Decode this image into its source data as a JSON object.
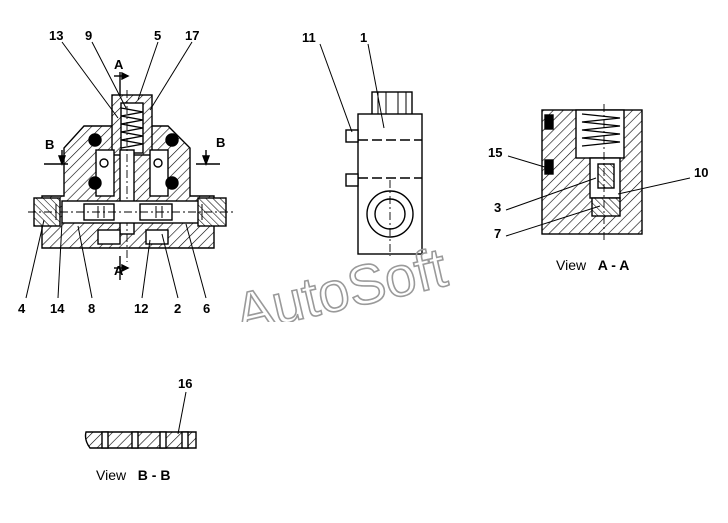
{
  "callouts": [
    "13",
    "9",
    "5",
    "17",
    "11",
    "1",
    "15",
    "10",
    "3",
    "7",
    "4",
    "14",
    "8",
    "12",
    "2",
    "6",
    "16"
  ],
  "section_marks": {
    "a": "A",
    "b": "B"
  },
  "views": {
    "aa": {
      "prefix": "View",
      "name": "A - A"
    },
    "bb": {
      "prefix": "View",
      "name": "B - B"
    }
  },
  "watermark": "AutoSoft",
  "colors": {
    "line": "#000000",
    "background": "#ffffff",
    "watermark": "#9a9a9a"
  }
}
